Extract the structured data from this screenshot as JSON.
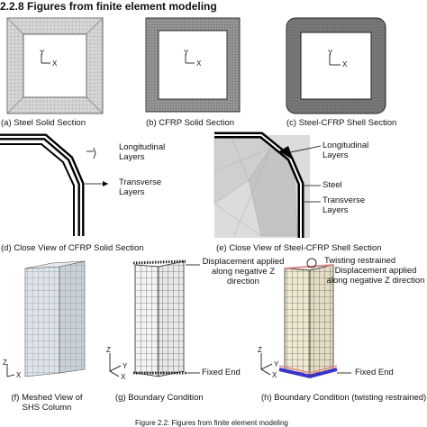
{
  "heading": "2.2.8 Figures from finite element modeling",
  "captions": {
    "a": "(a) Steel Solid Section",
    "b": "(b) CFRP Solid Section",
    "c": "(c) Steel-CFRP Shell Section",
    "d": "(d) Close View of CFRP Solid Section",
    "e": "(e) Close View of Steel-CFRP Shell Section",
    "f": "(f) Meshed View of SHS Column",
    "g": "(g) Boundary Condition",
    "h": "(h) Boundary Condition (twisting restrained)"
  },
  "labels": {
    "d_longitudinal": "Longitudinal Layers",
    "d_transverse": "Transverse Layers",
    "e_longitudinal": "Longitudinal Layers",
    "e_steel": "Steel",
    "e_transverse": "Transverse Layers",
    "g_displacement": "Displacement applied along negative Z direction",
    "g_fixed": "Fixed End",
    "h_twisting": "Twisting restrained",
    "h_displacement": "Displacement applied along negative Z direction",
    "h_fixed": "Fixed End"
  },
  "axes": {
    "x": "X",
    "y": "Y",
    "z": "Z"
  },
  "footer": "Figure 2.2: Figures from finite element modeling",
  "colors": {
    "mesh_grey": "#c8c8c8",
    "steel_grey": "#8a8a8a",
    "column_tan": "#efe9d2",
    "restraint_blue": "#3a35c8",
    "restraint_pink": "#e08a8a"
  }
}
